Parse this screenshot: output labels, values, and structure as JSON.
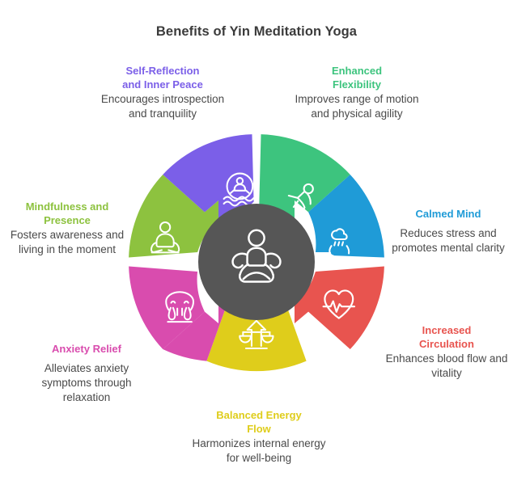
{
  "title": "Benefits of Yin Meditation Yoga",
  "center": {
    "icon": "lotus-meditation-figure-icon",
    "fill": "#565656",
    "stroke": "#ffffff"
  },
  "colors": {
    "green": "#3DC47E",
    "blue": "#1F9BD7",
    "red": "#E8544F",
    "yellow": "#DFCD1B",
    "pink": "#D94CAE",
    "yellow_green": "#8DC23F",
    "purple": "#7B5FE8",
    "heading_purple": "#7B5FE8",
    "heading_green": "#3DC47E",
    "heading_blue": "#1F9BD7",
    "heading_red": "#E8544F",
    "heading_yellow": "#DFCD1B",
    "heading_pink": "#D94CAE",
    "heading_yellow_green": "#8DC23F",
    "body_text": "#4a4a4a",
    "title_text": "#3b3b3b",
    "background": "#ffffff"
  },
  "segments": [
    {
      "key": "enhanced_flexibility",
      "heading": "Enhanced Flexibility",
      "description": "Improves range of motion and physical agility",
      "color": "#3DC47E",
      "icon": "stretching-figure-icon",
      "position": "top-right"
    },
    {
      "key": "calmed_mind",
      "heading": "Calmed Mind",
      "description": "Reduces stress and promotes mental clarity",
      "color": "#1F9BD7",
      "icon": "head-raincloud-icon",
      "position": "right-upper"
    },
    {
      "key": "increased_circulation",
      "heading": "Increased Circulation",
      "description": "Enhances blood flow and vitality",
      "color": "#E8544F",
      "icon": "heart-pulse-icon",
      "position": "right-lower"
    },
    {
      "key": "balanced_energy_flow",
      "heading": "Balanced Energy Flow",
      "description": "Harmonizes internal energy for well-being",
      "color": "#DFCD1B",
      "icon": "balance-scales-icon",
      "position": "bottom"
    },
    {
      "key": "anxiety_relief",
      "heading": "Anxiety Relief",
      "description": "Alleviates anxiety symptoms through relaxation",
      "color": "#D94CAE",
      "icon": "anxious-face-icon",
      "position": "left-lower"
    },
    {
      "key": "mindfulness_and_presence",
      "heading": "Mindfulness and Presence",
      "description": "Fosters awareness and living in the moment",
      "color": "#8DC23F",
      "icon": "seated-meditation-icon",
      "position": "left-upper"
    },
    {
      "key": "self_reflection_inner_peace",
      "heading": "Self-Reflection and Inner Peace",
      "description": "Encourages introspection and tranquility",
      "color": "#7B5FE8",
      "icon": "person-reflection-water-icon",
      "position": "top-left"
    }
  ],
  "labels": {
    "self_reflection": {
      "heading_line1": "Self-Reflection",
      "heading_line2": "and Inner Peace",
      "body": "Encourages introspection and tranquility"
    },
    "enhanced_flexibility": {
      "heading_line1": "Enhanced",
      "heading_line2": "Flexibility",
      "body": "Improves range of motion and physical agility"
    },
    "calmed_mind": {
      "heading_line1": "Calmed Mind",
      "heading_line2": "",
      "body": "Reduces stress and promotes mental clarity"
    },
    "increased_circulation": {
      "heading_line1": "Increased",
      "heading_line2": "Circulation",
      "body": "Enhances blood flow and vitality"
    },
    "balanced_energy": {
      "heading_line1": "Balanced Energy",
      "heading_line2": "Flow",
      "body": "Harmonizes internal energy for well-being"
    },
    "anxiety_relief": {
      "heading_line1": "Anxiety Relief",
      "heading_line2": "",
      "body": "Alleviates anxiety symptoms through relaxation"
    },
    "mindfulness": {
      "heading_line1": "Mindfulness and",
      "heading_line2": "Presence",
      "body": "Fosters awareness and living in the moment"
    }
  }
}
